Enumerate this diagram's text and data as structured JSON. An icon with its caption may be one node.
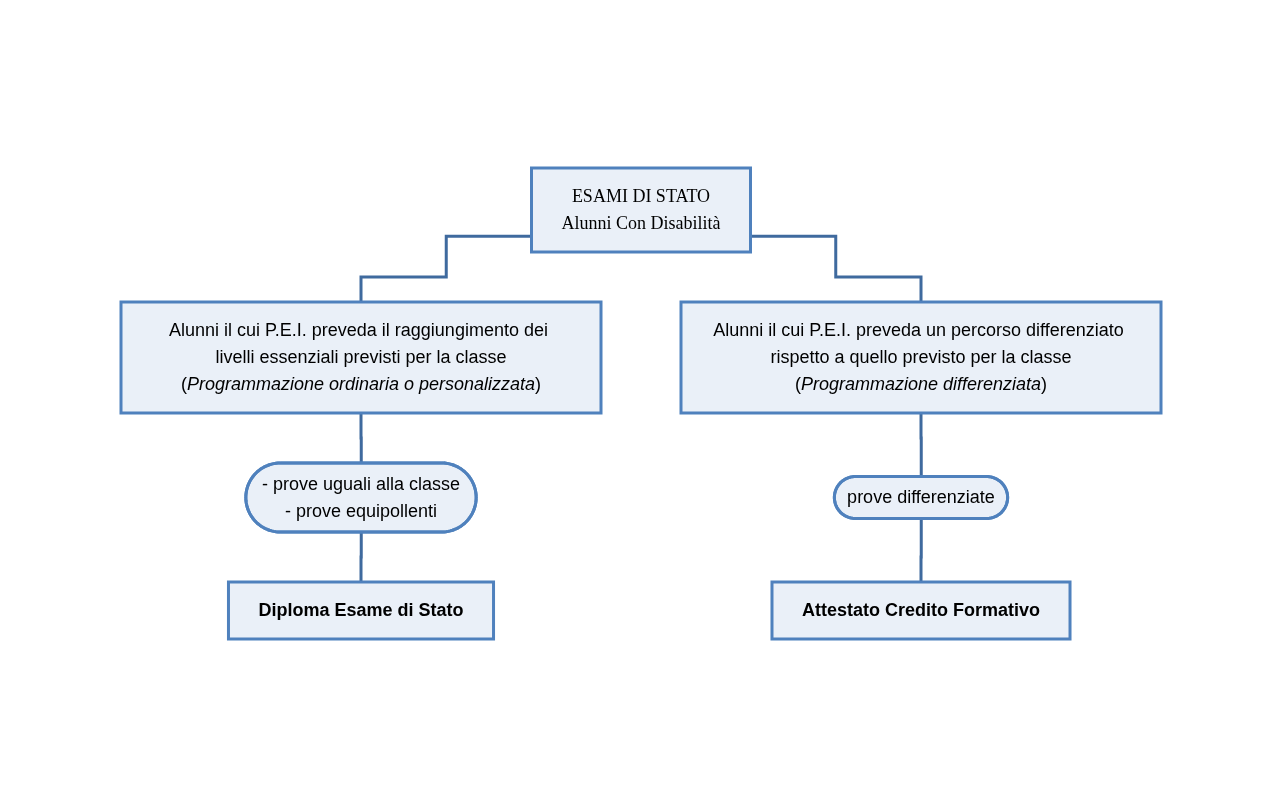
{
  "diagram": {
    "nodes": [
      {
        "text": [
          "ESAMI DI STATO",
          "Alunni Con Disabilità"
        ]
      },
      {
        "text": [
          "Alunni il cui P.E.I. preveda il raggiungimento dei livelli essenziali previsti per la classe",
          "(*Programmazione ordinaria o personalizzata*)"
        ]
      },
      {
        "text": [
          "Alunni il cui P.E.I. preveda un percorso differenziato rispetto a quello previsto per la classe",
          "(*Programmazione differenziata*)"
        ]
      },
      {
        "text": [
          "- prove uguali alla classe",
          "- prove equipollenti"
        ]
      },
      {
        "text": [
          "prove differenziate"
        ]
      },
      {
        "text": [
          "Diploma Esame di Stato"
        ]
      },
      {
        "text": [
          "Attestato Credito Formativo"
        ]
      }
    ],
    "edges": [
      {
        "from": 0,
        "to": 1,
        "arrow": "none"
      },
      {
        "from": 0,
        "to": 2,
        "arrow": "none"
      },
      {
        "from": 1,
        "to": 3,
        "arrow": "none"
      },
      {
        "from": 3,
        "to": 5,
        "arrow": "none"
      },
      {
        "from": 2,
        "to": 4,
        "arrow": "none"
      },
      {
        "from": 4,
        "to": 6,
        "arrow": "none"
      }
    ]
  }
}
